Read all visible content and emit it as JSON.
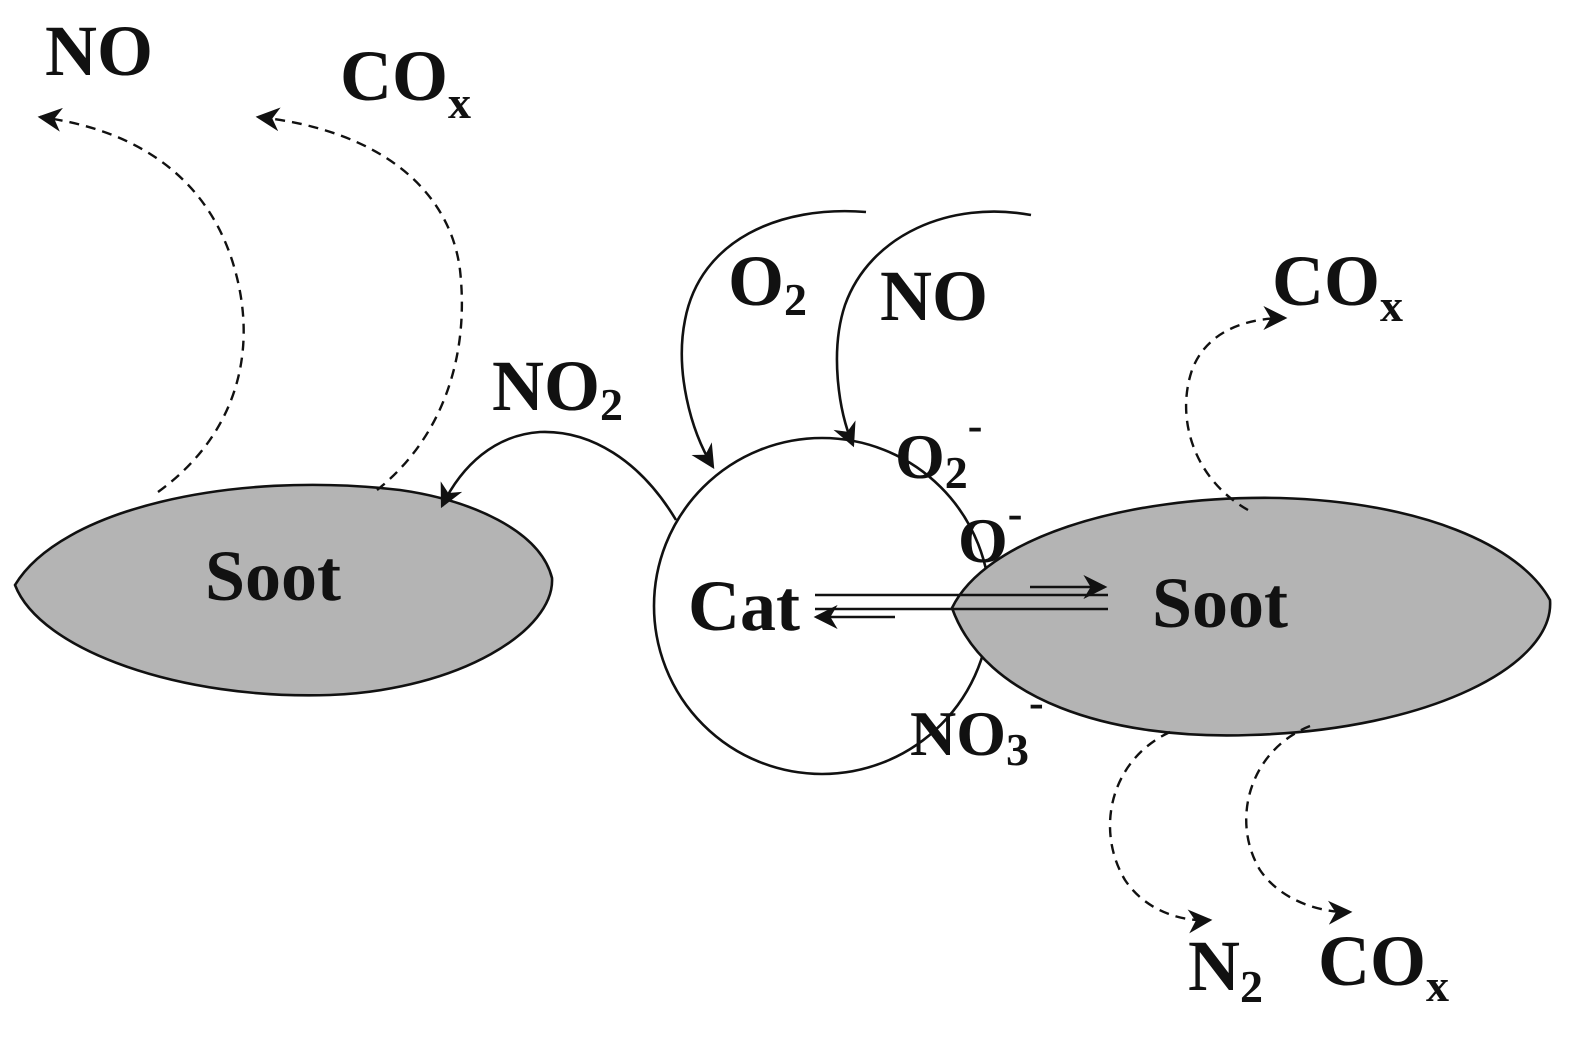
{
  "labels": {
    "no_top_left": "NO",
    "cox_top_left": {
      "main": "CO",
      "sub": "x"
    },
    "no2": {
      "main": "NO",
      "sub": "2"
    },
    "o2": {
      "main": "O",
      "sub": "2"
    },
    "no_top_mid": "NO",
    "o2_minus": {
      "main": "O",
      "sub": "2",
      "sup": "-"
    },
    "o_minus": {
      "main": "O",
      "sup": "-"
    },
    "no3_minus": {
      "main": "NO",
      "sub": "3",
      "sup": "-"
    },
    "cox_right": {
      "main": "CO",
      "sub": "x"
    },
    "n2": {
      "main": "N",
      "sub": "2"
    },
    "cox_bottom": {
      "main": "CO",
      "sub": "x"
    },
    "soot_left": "Soot",
    "soot_right": "Soot",
    "cat": "Cat"
  },
  "colors": {
    "soot_fill": "#b4b4b4",
    "line": "#111111",
    "background": "#ffffff"
  }
}
